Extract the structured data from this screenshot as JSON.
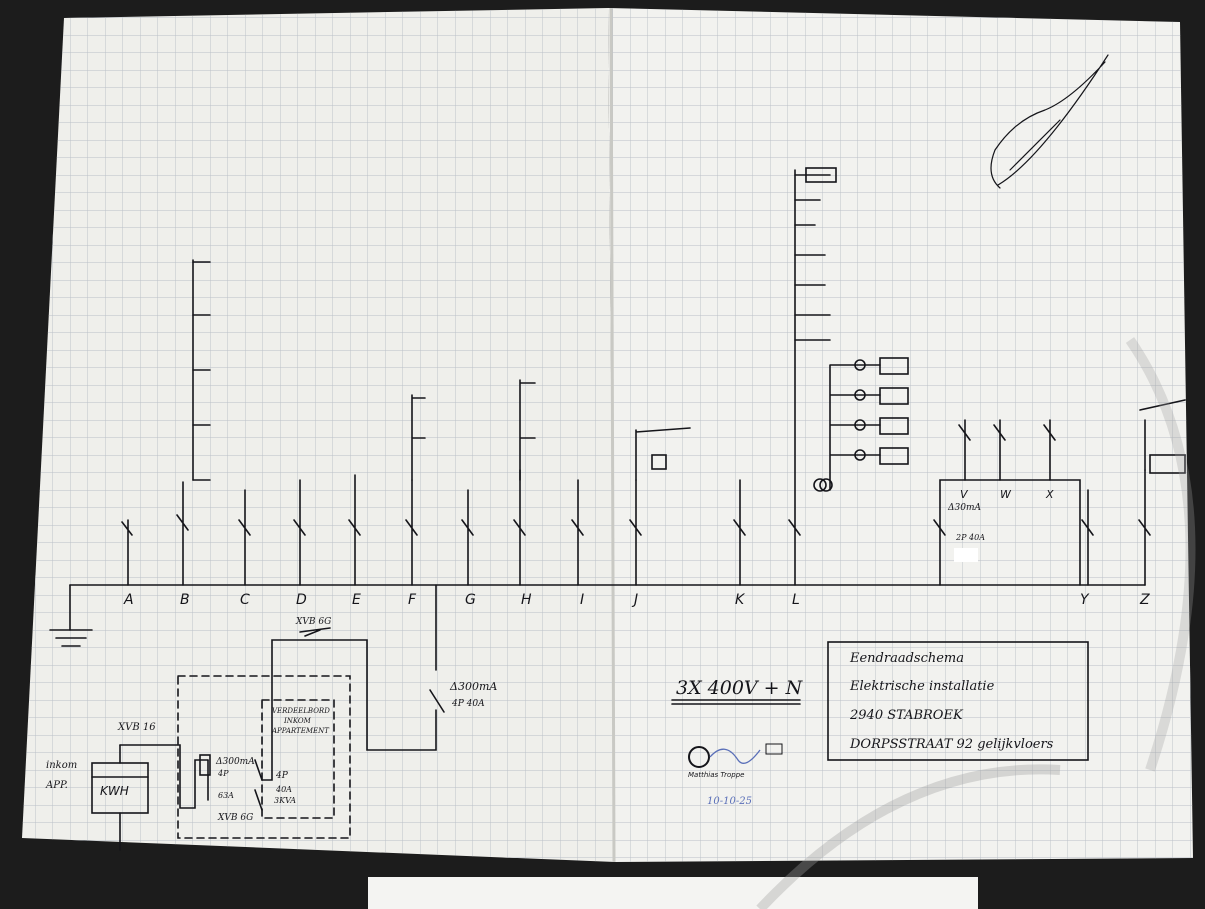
{
  "colors": {
    "ink": "#15151a",
    "grid": "#b9bfc7",
    "paper": "#f1f1ee",
    "background": "#1c1c1c",
    "stamp_blue": "#5a6fb8"
  },
  "bus_labels": [
    "A",
    "B",
    "C",
    "D",
    "E",
    "F",
    "G",
    "H",
    "I",
    "J",
    "K",
    "L",
    "Y",
    "Z"
  ],
  "sub_labels": [
    "V",
    "W",
    "X"
  ],
  "supply": "3X 400V + N",
  "title_block": {
    "line1": "Eendraadschema",
    "line2": "Elektrische installatie",
    "line3": "2940 STABROEK",
    "line4": "DORPSSTRAAT 92  gelijkvloers"
  },
  "meter": {
    "label": "KWH",
    "side_note_1": "inkom",
    "side_note_2": "APP.",
    "cable": "XVB 16"
  },
  "distribution_note": [
    "VERDEELBORD",
    "INKOM",
    "APPARTEMENT"
  ],
  "diff_main": {
    "rating": "Δ300mA",
    "poles": "4P 40A"
  },
  "diff_board": {
    "rating": "Δ300mA",
    "poles": "4P",
    "amp": "63A"
  },
  "main_breaker": {
    "poles": "4P",
    "amp": "40A",
    "ka": "3KVA"
  },
  "cable_upper": "XVB 6G",
  "cable_lower": "XVB 6G",
  "sub_board": {
    "rating": "Δ30mA",
    "poles": "2P 40A"
  },
  "stamp": {
    "name": "Matthias Troppe",
    "date": "10-10-25"
  }
}
